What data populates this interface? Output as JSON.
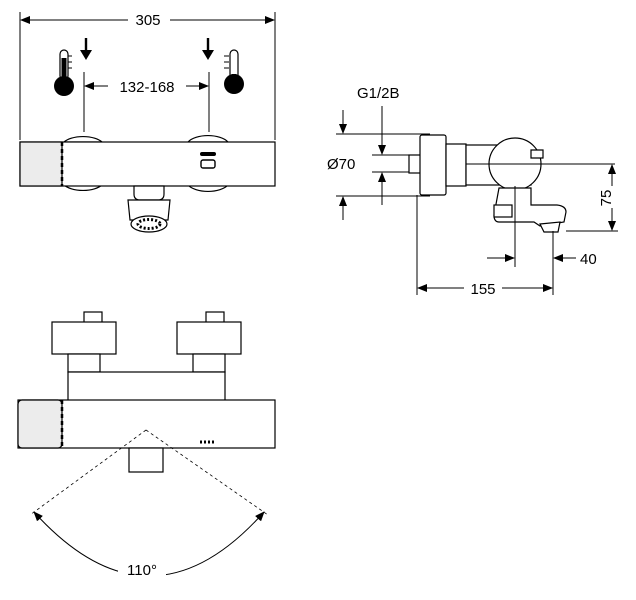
{
  "dimensions": {
    "overall_width": "305",
    "inlet_spacing": "132-168",
    "thread": "G1/2B",
    "diameter": "Ø70",
    "outlet_height": "75",
    "projection": "155",
    "outlet_offset": "40",
    "rotation_angle": "110°"
  },
  "icons": {
    "cold_thermometer": "thermometer-cold-icon",
    "hot_thermometer": "thermometer-hot-icon",
    "inlet_arrow": "arrow-down-icon"
  }
}
